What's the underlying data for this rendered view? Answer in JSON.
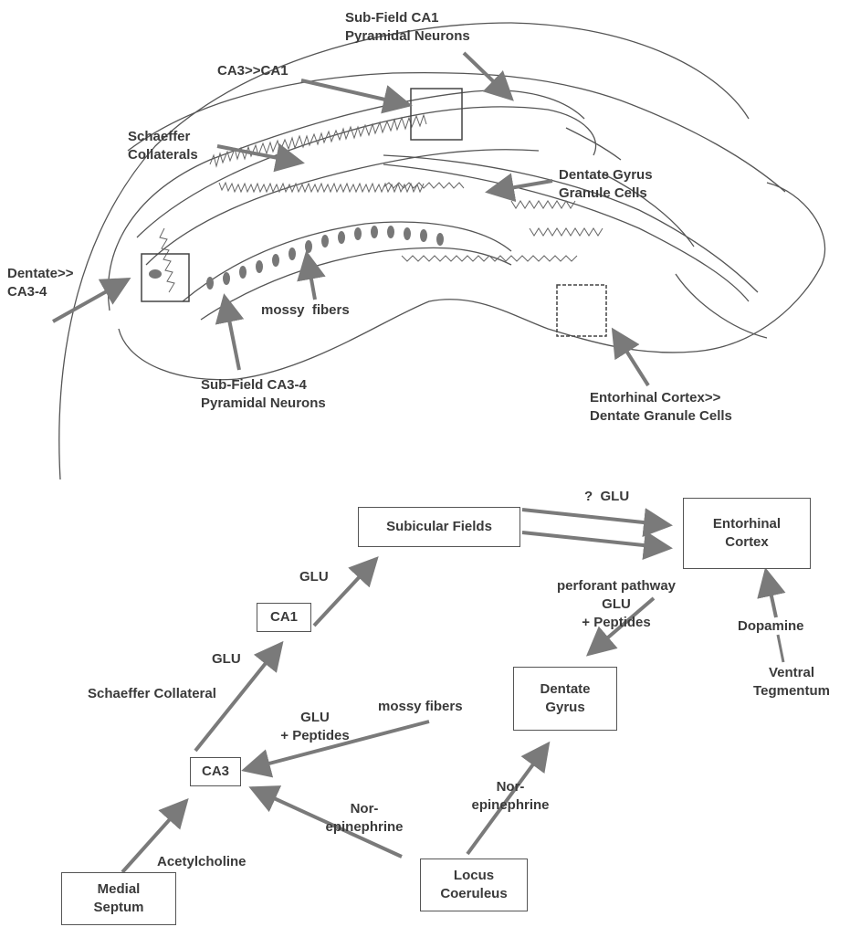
{
  "colors": {
    "arrow": "#7a7a7a",
    "line": "#555555",
    "text": "#3a3a3a"
  },
  "anatomy": {
    "subfield_ca1": [
      "Sub-Field CA1",
      "Pyramidal Neurons"
    ],
    "ca3_ca1": "CA3>>CA1",
    "schaeffer": [
      "Schaeffer",
      "Collaterals"
    ],
    "dentate_gyrus": [
      "Dentate Gyrus",
      "Granule Cells"
    ],
    "dentate_ca3": [
      "Dentate>>",
      "CA3-4"
    ],
    "mossy": "mossy  fibers",
    "subfield_ca34": [
      "Sub-Field CA3-4",
      "Pyramidal Neurons"
    ],
    "entorhinal_dentate": [
      "Entorhinal Cortex>>",
      "Dentate Granule Cells"
    ]
  },
  "flow": {
    "nodes": {
      "subicular": [
        "Subicular Fields"
      ],
      "entorhinal": [
        "Entorhinal",
        "Cortex"
      ],
      "ca1": [
        "CA1"
      ],
      "ca3": [
        "CA3"
      ],
      "dentate": [
        "Dentate",
        "Gyrus"
      ],
      "medial": [
        "Medial",
        "Septum"
      ],
      "locus": [
        "Locus",
        "Coeruleus"
      ]
    },
    "labels": {
      "q_glu": "?  GLU",
      "glu_sub": "GLU",
      "perforant": [
        "perforant pathway",
        "GLU",
        "+ Peptides"
      ],
      "dopamine": "Dopamine",
      "ventral": [
        "Ventral",
        "Tegmentum"
      ],
      "glu_ca1": "GLU",
      "schaeffer_collateral": "Schaeffer Collateral",
      "glu_peptides": [
        "GLU",
        "+ Peptides"
      ],
      "mossy": "mossy fibers",
      "norepi_left": [
        "Nor-",
        "epinephrine"
      ],
      "norepi_right": [
        "Nor-",
        "epinephrine"
      ],
      "acetylcholine": "Acetylcholine"
    }
  }
}
